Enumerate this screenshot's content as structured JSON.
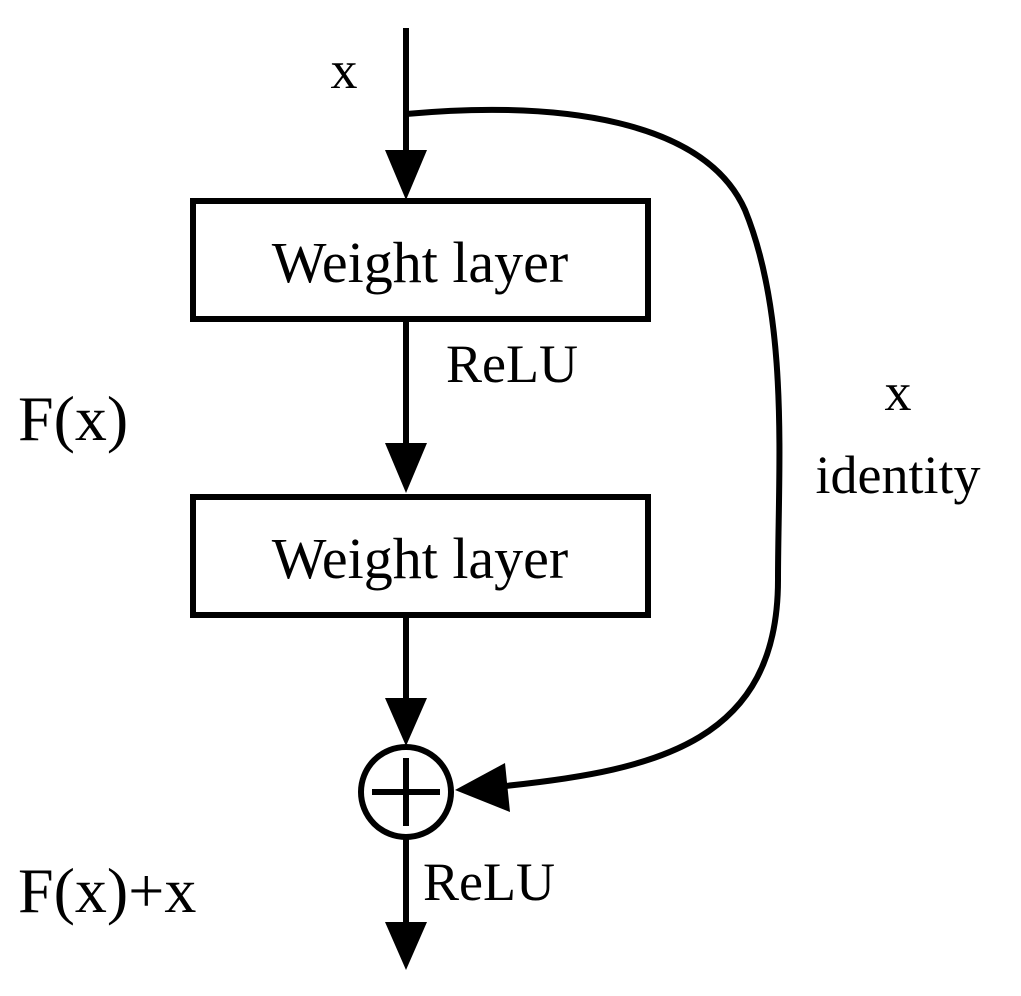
{
  "input_label": "x",
  "block_top_label": "Weight layer",
  "block_bottom_label": "Weight layer",
  "relu_mid_label": "ReLU",
  "residual_label": "F(x)",
  "skip_x_label": "x",
  "skip_identity_label": "identity",
  "sum_symbol": "+",
  "output_label": "F(x)+x",
  "relu_out_label": "ReLU",
  "colors": {
    "stroke": "#000000",
    "background": "#ffffff"
  }
}
